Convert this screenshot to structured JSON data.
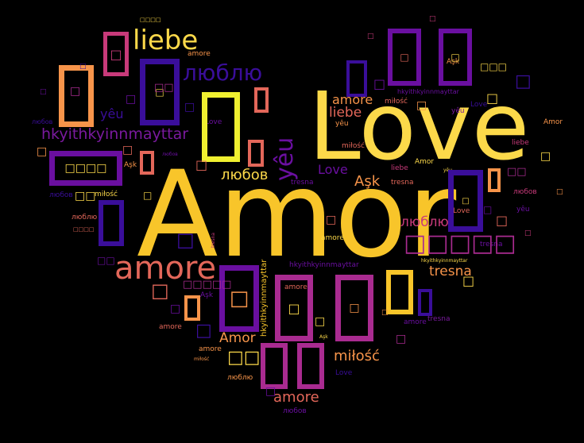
{
  "words": {
    "amor": "Amor",
    "love": "Love",
    "amore": "amore",
    "liebe": "liebe",
    "lyublyu": "люблю",
    "lyubov": "любов",
    "yeu": "yêu",
    "hkyith": "hkyithkyinnmayttar",
    "ask": "Aşk",
    "tresna": "tresna",
    "milosc": "miłość",
    "amor_small": "Amor",
    "love_small": "Love"
  },
  "glyphs": {
    "box": "□",
    "boxes2": "□□",
    "boxes3": "□□□",
    "boxes4": "□□□□",
    "boxes5": "□□□□□"
  },
  "colors": {
    "yellow": "#f8c52a",
    "gold": "#fcd94a",
    "orange": "#f7944a",
    "salmon": "#e3675a",
    "magenta": "#a92b90",
    "purple": "#6a0fa0",
    "indigo": "#3a0e9a",
    "pink": "#c83a7a",
    "bright_yellow": "#f0f030"
  }
}
